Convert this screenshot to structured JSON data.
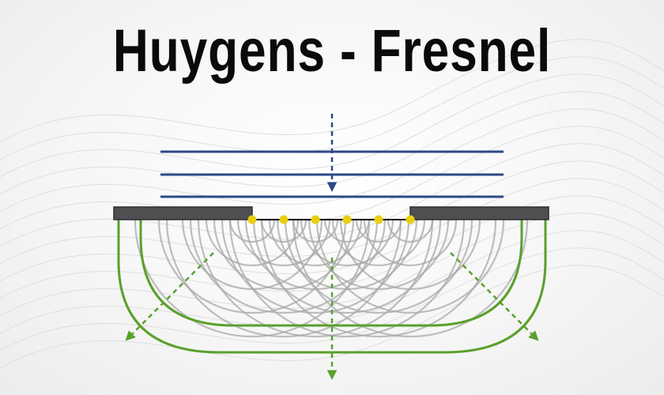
{
  "title": "Huygens - Fresnel",
  "colors": {
    "incident_wave": "#2c4a86",
    "barrier": "#4d4f50",
    "barrier_edge": "#2e2f30",
    "wavelet": "#a8a8a8",
    "envelope": "#5aa02c",
    "source_point": "#e9cf11",
    "background_lines": "#dcdcdc"
  },
  "diagram": {
    "incident_wavefront_count": 3,
    "secondary_source_count": 6,
    "diffraction_direction_count": 3,
    "icons": [
      "incident-arrow-icon",
      "diffracted-arrow-icon"
    ]
  }
}
